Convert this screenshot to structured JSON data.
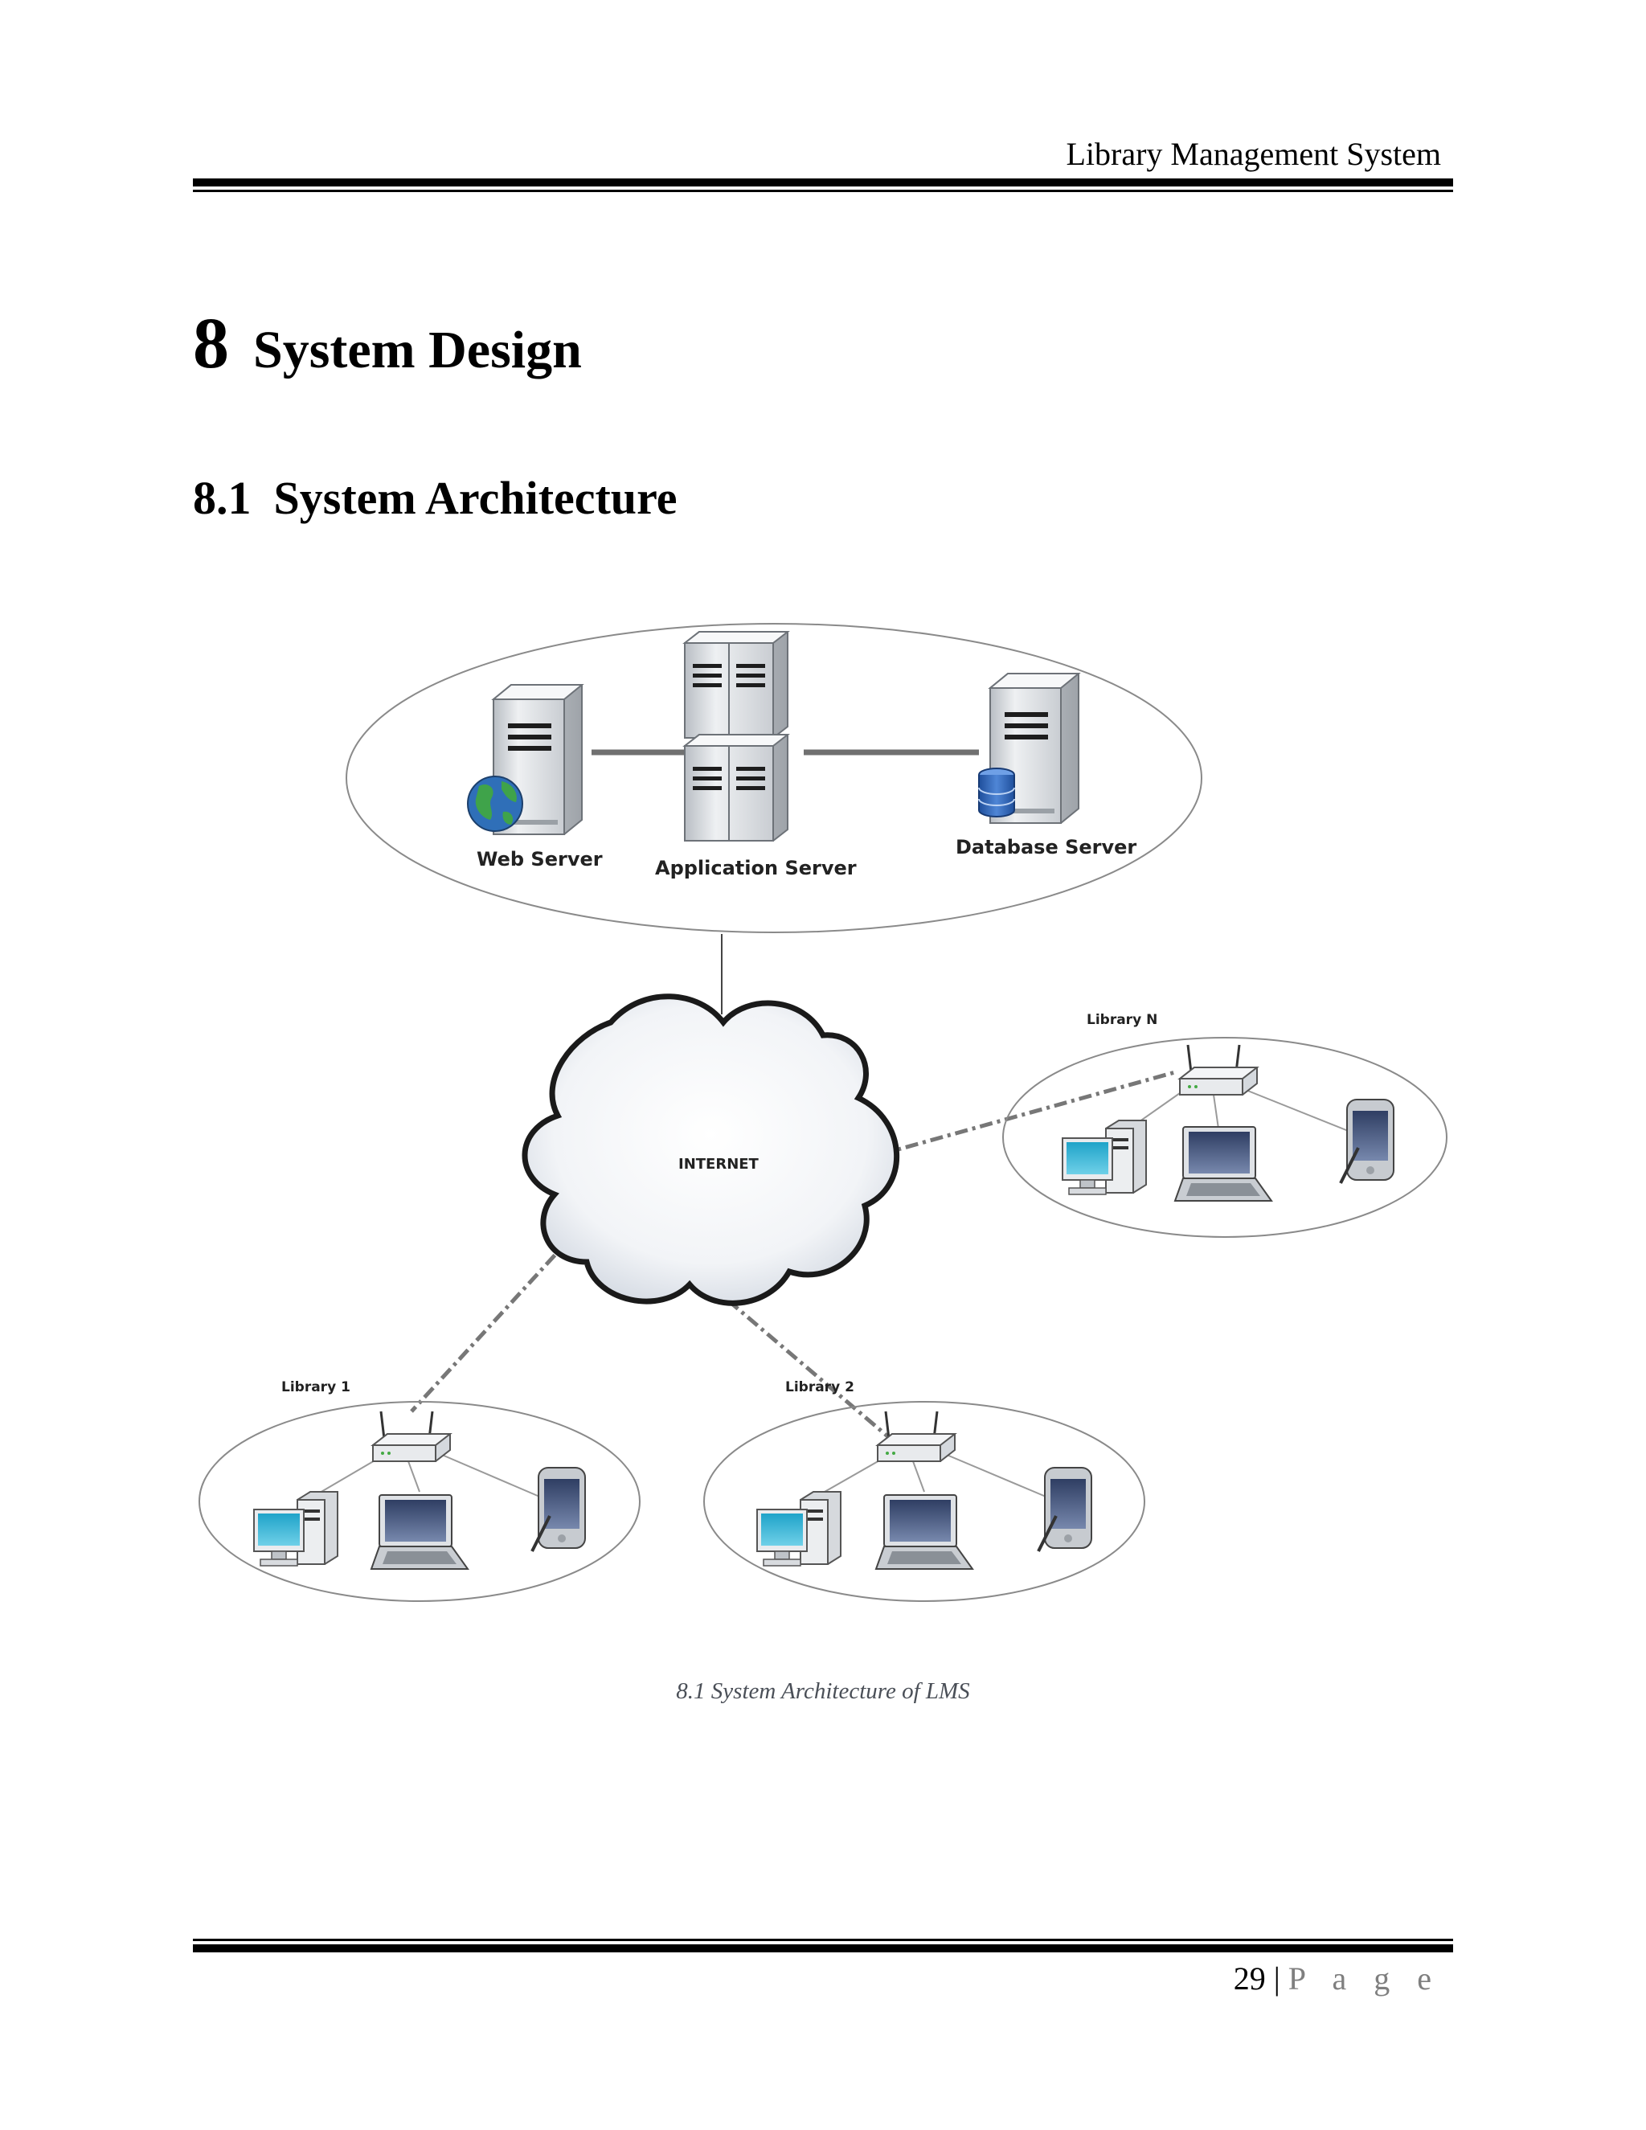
{
  "header": {
    "title": "Library Management System"
  },
  "chapter": {
    "number": "8",
    "title": "System Design"
  },
  "section": {
    "number": "8.1",
    "title": "System Architecture"
  },
  "diagram": {
    "servers": {
      "web": "Web Server",
      "application": "Application Server",
      "database": "Database Server"
    },
    "internet": "INTERNET",
    "libraries": {
      "lib1": "Library 1",
      "lib2": "Library 2",
      "libN": "Library N"
    }
  },
  "caption": "8.1 System Architecture of LMS",
  "footer": {
    "page_number": "29",
    "separator": "|",
    "page_word": "P a g e"
  }
}
